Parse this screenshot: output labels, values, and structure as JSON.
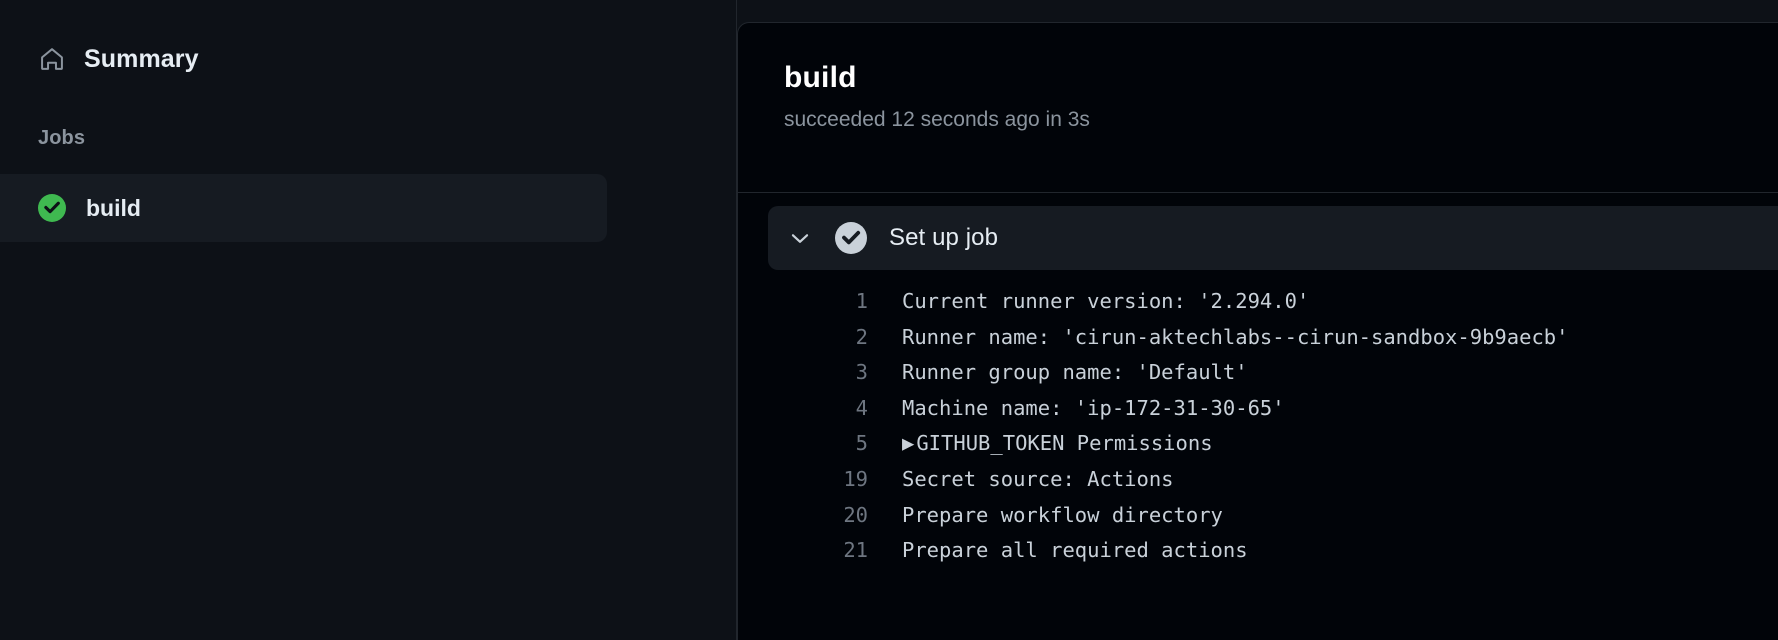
{
  "theme": {
    "page_bg": "#0d1117",
    "panel_bg": "#010409",
    "row_bg": "#161b22",
    "border": "#21262d",
    "text_primary": "#e6edf3",
    "text_muted": "#8b949e",
    "line_number": "#6e7681",
    "success_green": "#3fb950",
    "check_circle": "#c9d1d9"
  },
  "sidebar": {
    "summary": {
      "label": "Summary",
      "icon": "home-icon"
    },
    "jobs_heading": "Jobs",
    "jobs": [
      {
        "label": "build",
        "status": "success",
        "status_icon": "check-circle-fill-icon",
        "selected": true
      }
    ]
  },
  "main": {
    "header": {
      "title": "build",
      "subtitle": "succeeded 12 seconds ago in 3s"
    },
    "step": {
      "title": "Set up job",
      "expanded": true,
      "chevron_icon": "chevron-down-icon",
      "status_icon": "check-circle-icon",
      "status": "success"
    },
    "log_lines": [
      {
        "number": "1",
        "text": "Current runner version: '2.294.0'"
      },
      {
        "number": "2",
        "text": "Runner name: 'cirun-aktechlabs--cirun-sandbox-9b9aecb'"
      },
      {
        "number": "3",
        "text": "Runner group name: 'Default'"
      },
      {
        "number": "4",
        "text": "Machine name: 'ip-172-31-30-65'"
      },
      {
        "number": "5",
        "text": "GITHUB_TOKEN Permissions",
        "group": true,
        "group_marker": "▶"
      },
      {
        "number": "19",
        "text": "Secret source: Actions"
      },
      {
        "number": "20",
        "text": "Prepare workflow directory"
      },
      {
        "number": "21",
        "text": "Prepare all required actions"
      }
    ]
  }
}
